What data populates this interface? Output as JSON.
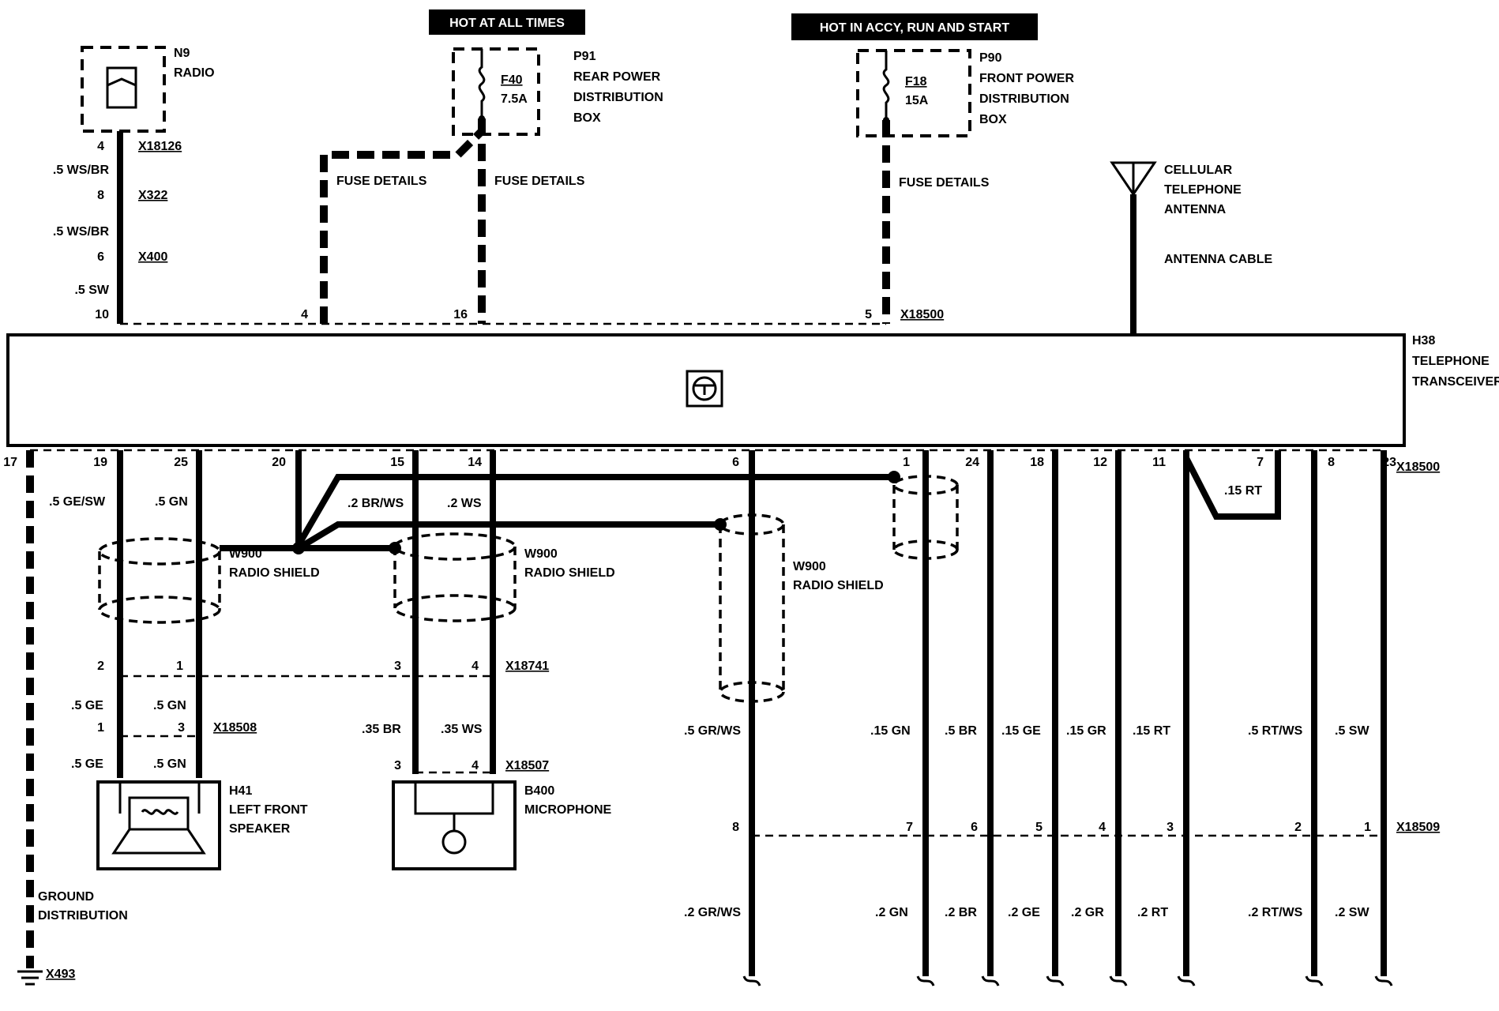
{
  "power": {
    "hot_at_all_times": "HOT AT ALL TIMES",
    "hot_in_accy": "HOT IN ACCY, RUN AND START"
  },
  "radio": {
    "code": "N9",
    "name": "RADIO",
    "pin_radio": "4",
    "conn_radio": "X18126",
    "wire1": ".5 WS/BR",
    "pin_x322": "8",
    "conn_x322": "X322",
    "wire2": ".5 WS/BR",
    "pin_x400": "6",
    "conn_x400": "X400",
    "wire3": ".5 SW",
    "pin_tx": "10"
  },
  "rear_box": {
    "code": "P91",
    "line1": "REAR POWER",
    "line2": "DISTRIBUTION",
    "line3": "BOX",
    "fuse": "F40",
    "rating": "7.5A",
    "fuse_details_a": "FUSE DETAILS",
    "fuse_details_b": "FUSE DETAILS",
    "pin_a": "4",
    "pin_b": "16"
  },
  "front_box": {
    "code": "P90",
    "line1": "FRONT POWER",
    "line2": "DISTRIBUTION",
    "line3": "BOX",
    "fuse": "F18",
    "rating": "15A",
    "fuse_details": "FUSE DETAILS",
    "pin": "5",
    "conn": "X18500"
  },
  "antenna": {
    "line1": "CELLULAR",
    "line2": "TELEPHONE",
    "line3": "ANTENNA",
    "cable": "ANTENNA CABLE"
  },
  "transceiver": {
    "code": "H38",
    "line1": "TELEPHONE",
    "line2": "TRANSCEIVER",
    "bottom_conn": "X18500"
  },
  "bottom_pins": [
    "17",
    "19",
    "25",
    "20",
    "15",
    "14",
    "6",
    "1",
    "24",
    "18",
    "12",
    "11",
    "7",
    "8",
    "23"
  ],
  "wires_upper": {
    "ge_sw": ".5 GE/SW",
    "gn": ".5 GN",
    "br_ws": ".2 BR/WS",
    "ws": ".2 WS",
    "rt15": ".15 RT"
  },
  "shields": {
    "s1_code": "W900",
    "s1_name": "RADIO SHIELD",
    "s2_code": "W900",
    "s2_name": "RADIO SHIELD",
    "s3_code": "W900",
    "s3_name": "RADIO SHIELD"
  },
  "x18741": {
    "pins": [
      "2",
      "1",
      "3",
      "4"
    ],
    "conn": "X18741"
  },
  "speaker": {
    "wire_ge": ".5 GE",
    "wire_gn": ".5 GN",
    "pin_a": "1",
    "pin_b": "3",
    "conn": "X18508",
    "wire_ge2": ".5 GE",
    "wire_gn2": ".5 GN",
    "code": "H41",
    "line1": "LEFT FRONT",
    "line2": "SPEAKER"
  },
  "microphone": {
    "wire_br": ".35 BR",
    "wire_ws": ".35 WS",
    "pin_a": "3",
    "pin_b": "4",
    "conn": "X18507",
    "code": "B400",
    "name": "MICROPHONE"
  },
  "ground": {
    "line1": "GROUND",
    "line2": "DISTRIBUTION",
    "conn": "X493"
  },
  "right_wires": {
    "upper": [
      ".5 GR/WS",
      ".15 GN",
      ".5 BR",
      ".15 GE",
      ".15 GR",
      ".15 RT",
      ".5 RT/WS",
      ".5 SW"
    ],
    "pins": [
      "8",
      "7",
      "6",
      "5",
      "4",
      "3",
      "2",
      "1"
    ],
    "conn": "X18509",
    "lower": [
      ".2 GR/WS",
      ".2 GN",
      ".2 BR",
      ".2 GE",
      ".2 GR",
      ".2 RT",
      ".2 RT/WS",
      ".2 SW"
    ]
  }
}
